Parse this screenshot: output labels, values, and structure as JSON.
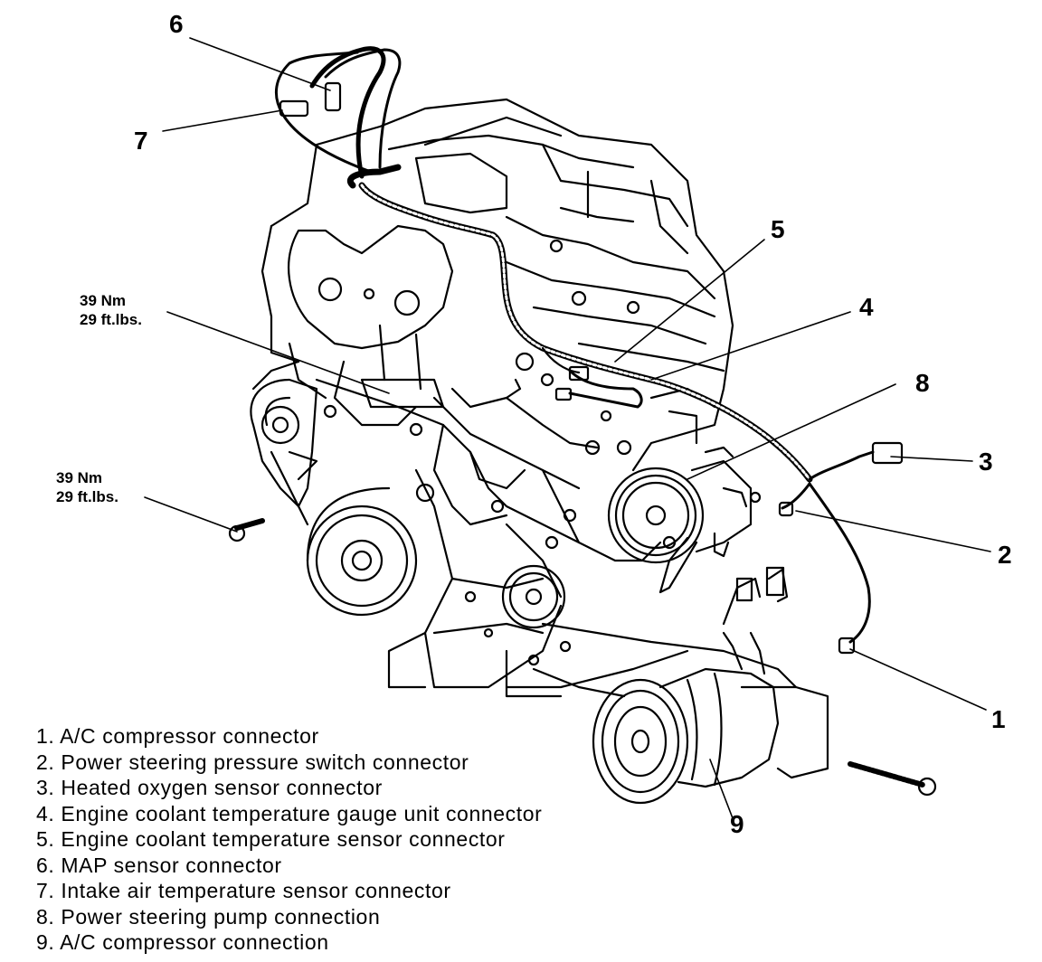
{
  "callouts": {
    "c1": "1",
    "c2": "2",
    "c3": "3",
    "c4": "4",
    "c5": "5",
    "c6": "6",
    "c7": "7",
    "c8": "8",
    "c9": "9"
  },
  "torque_labels": [
    {
      "nm": "39 Nm",
      "ftlbs": "29 ft.lbs."
    },
    {
      "nm": "39 Nm",
      "ftlbs": "29 ft.lbs."
    }
  ],
  "legend": [
    "1. A/C compressor connector",
    "2. Power steering pressure switch connector",
    "3. Heated oxygen sensor connector",
    "4. Engine coolant temperature gauge unit connector",
    "5. Engine coolant temperature sensor connector",
    "6. MAP sensor connector",
    "7. Intake air temperature sensor connector",
    "8. Power steering pump connection",
    "9. A/C compressor connection"
  ],
  "colors": {
    "ink": "#000000",
    "paper": "#ffffff"
  }
}
